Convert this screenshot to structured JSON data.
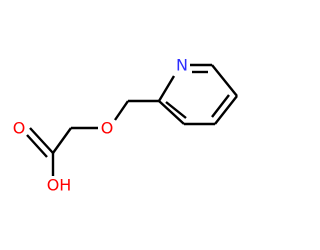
{
  "molecule": {
    "atoms": {
      "nitrogen": {
        "label": "N",
        "color": "#2e2eff"
      },
      "ether_oxygen": {
        "label": "O",
        "color": "#ff0000"
      },
      "carbonyl_oxygen": {
        "label": "O",
        "color": "#ff0000"
      },
      "hydroxyl": {
        "label": "OH",
        "color": "#ff0000"
      }
    },
    "bond_color": "#000000"
  }
}
